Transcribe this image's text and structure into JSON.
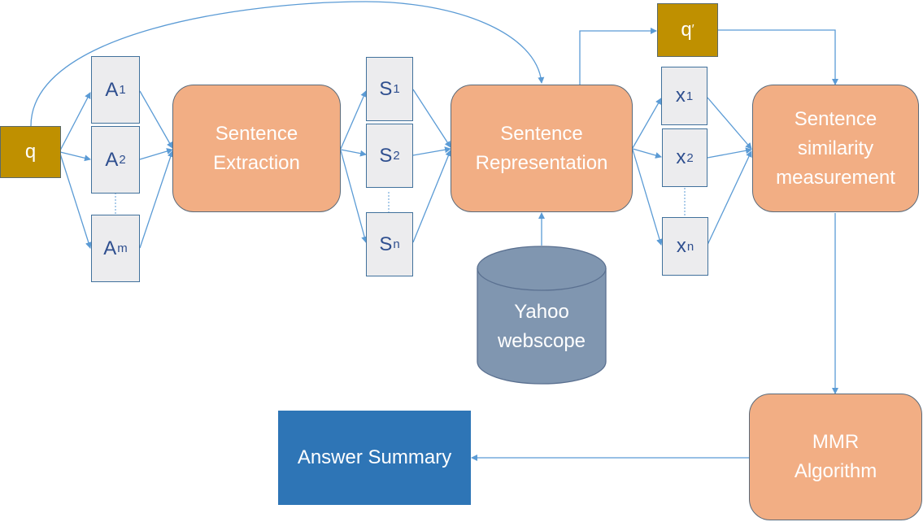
{
  "diagram": {
    "query": {
      "label": "q"
    },
    "query_prime": {
      "label": "q",
      "prime": "′"
    },
    "answers": [
      {
        "base": "A",
        "sub": "1"
      },
      {
        "base": "A",
        "sub": "2"
      },
      {
        "base": "A",
        "sub": "m"
      }
    ],
    "sentences": [
      {
        "base": "S",
        "sub": "1"
      },
      {
        "base": "S",
        "sub": "2"
      },
      {
        "base": "S",
        "sub": "n"
      }
    ],
    "vectors": [
      {
        "base": "x",
        "sub": "1"
      },
      {
        "base": "x",
        "sub": "2"
      },
      {
        "base": "x",
        "sub": "n"
      }
    ],
    "processes": {
      "extraction": [
        "Sentence",
        "Extraction"
      ],
      "representation": [
        "Sentence",
        "Representation"
      ],
      "similarity": [
        "Sentence",
        "similarity",
        "measurement"
      ],
      "mmr": [
        "MMR",
        "Algorithm"
      ]
    },
    "database": {
      "lines": [
        "Yahoo",
        "webscope"
      ]
    },
    "output": {
      "label": "Answer Summary"
    },
    "colors": {
      "query": "#bf9000",
      "item": "#ececee",
      "process": "#f2ae84",
      "database": "#8096b0",
      "summary": "#2e75b6",
      "edge": "#5b9bd5"
    }
  }
}
